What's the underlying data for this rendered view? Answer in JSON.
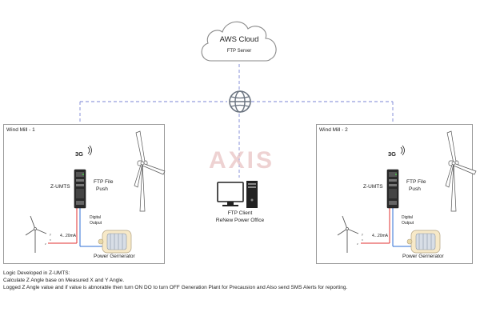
{
  "cloud": {
    "title": "AWS Cloud",
    "subtitle": "FTP Server"
  },
  "watermark": "AXIS",
  "mill1": {
    "title": "Wind Mill - 1",
    "network": "3G",
    "device": "Z-UMTS",
    "ftp_push": [
      "FTP File",
      "Push"
    ],
    "digital_output": [
      "Digital",
      "Output"
    ],
    "current": "4...20mA",
    "generator": "Power Gernerator"
  },
  "mill2": {
    "title": "Wind Mill - 2",
    "network": "3G",
    "device": "Z-UMTS",
    "ftp_push": [
      "FTP File",
      "Push"
    ],
    "digital_output": [
      "Digital",
      "Output"
    ],
    "current": "4...20mA",
    "generator": "Power Gernerator"
  },
  "client": {
    "line1": "FTP Client",
    "line2": "ReNew Power Office"
  },
  "notes": [
    "Logic Developed in Z-UMTS:",
    "Calculate Z Angle base on Measured X and Y Angle.",
    "Logged Z Angle value and if value is abnorable then turn ON DO to turn OFF Generation Plant for Precausion and Also send SMS Alerts for reporting."
  ],
  "colors": {
    "dash": "#7b86d6",
    "box_border": "#9a9a9a",
    "globe": "#6b7480",
    "red_wire": "#e03030",
    "blue_wire": "#2f6fd6",
    "watermark": "#e6b8b8"
  }
}
